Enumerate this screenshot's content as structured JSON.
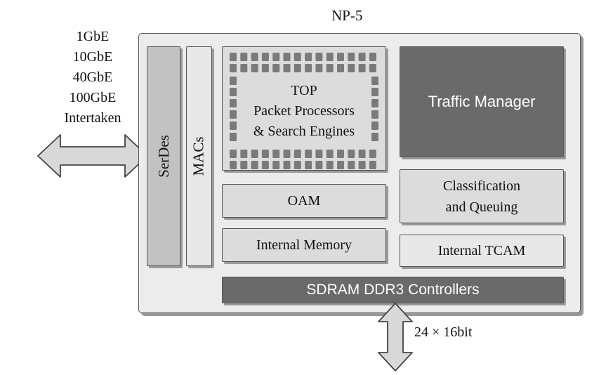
{
  "title": "NP-5",
  "interfaces": [
    "1GbE",
    "10GbE",
    "40GbE",
    "100GbE",
    "Intertaken"
  ],
  "blocks": {
    "serdes": "SerDes",
    "macs": "MACs",
    "top": [
      "TOP",
      "Packet Processors",
      "& Search Engines"
    ],
    "traffic_manager": "Traffic Manager",
    "oam": "OAM",
    "classification": [
      "Classification",
      "and Queuing"
    ],
    "internal_memory": "Internal Memory",
    "internal_tcam": "Internal TCAM",
    "sdram": "SDRAM DDR3 Controllers"
  },
  "bus_label": "24 × 16bit"
}
